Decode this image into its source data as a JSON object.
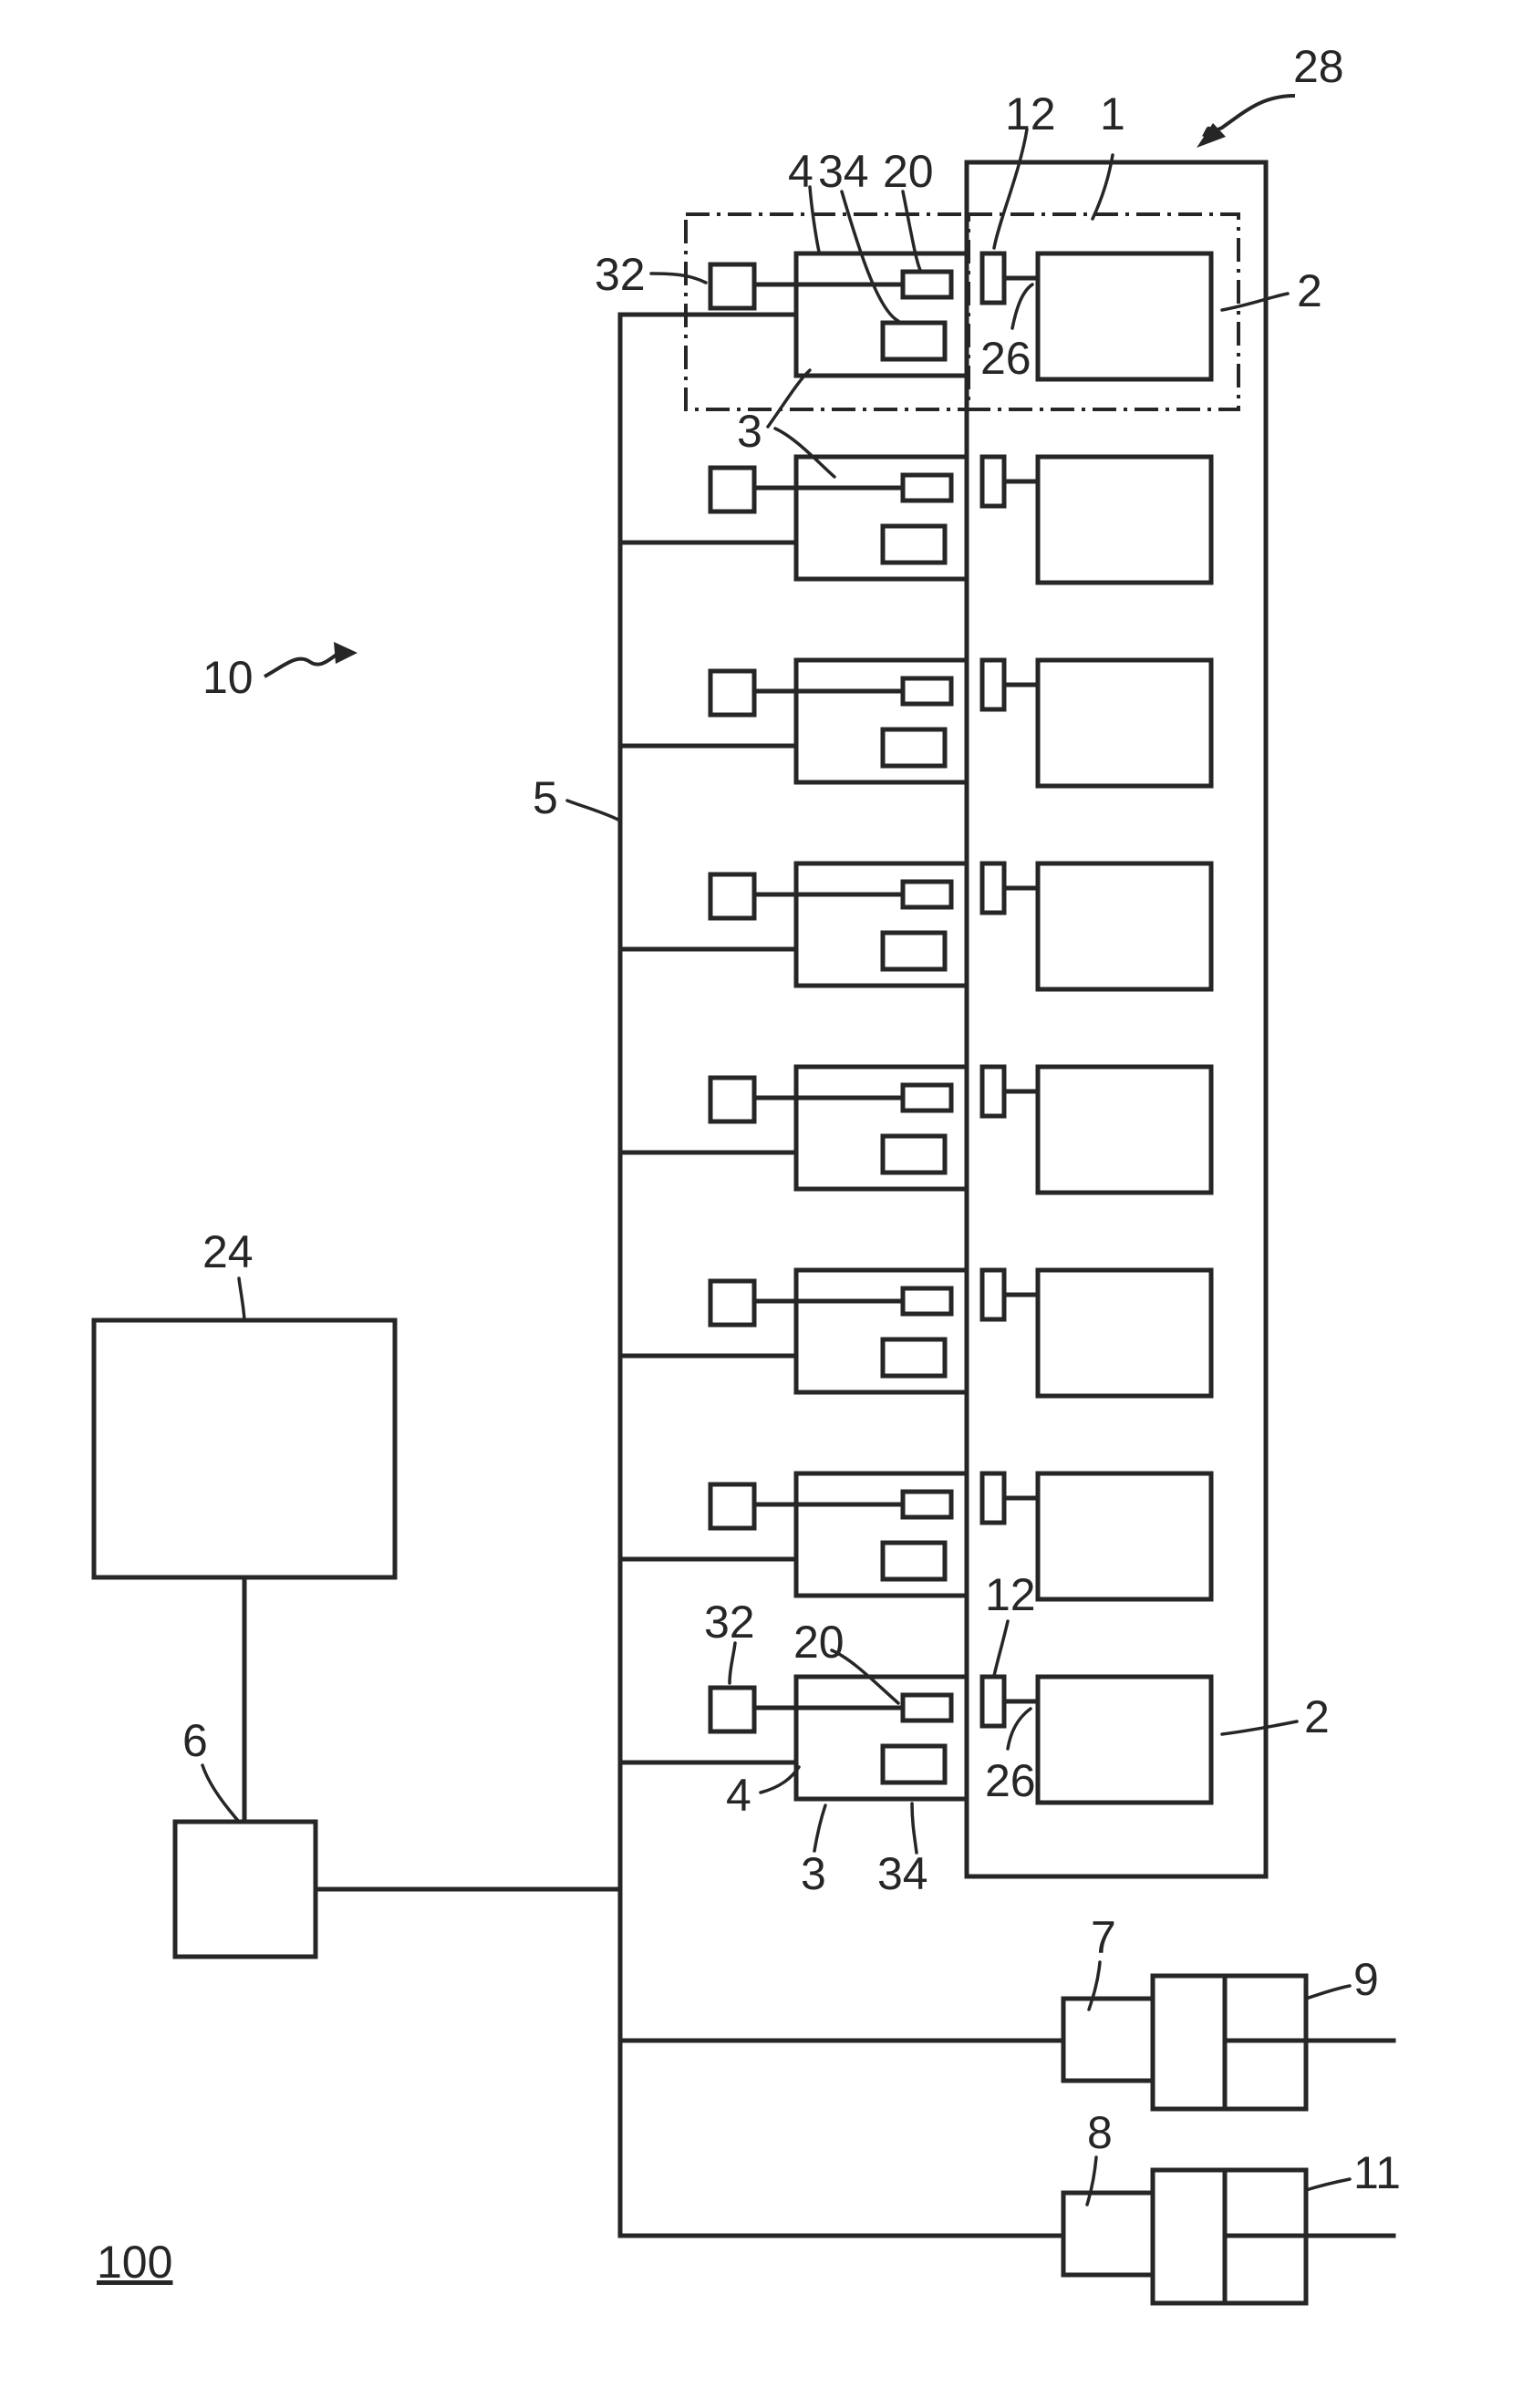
{
  "labels": {
    "system": "100",
    "arrangement": "10",
    "housing": "28",
    "unit_group": "1",
    "bus": "5",
    "control_unit": "24",
    "interface": "6",
    "actuator_a": "7",
    "actuator_b": "8",
    "device_a": "9",
    "device_b": "11",
    "top": {
      "connector": "12",
      "slot": "2",
      "plug": "26",
      "module_outline": "4",
      "module_sub_a": "34",
      "module_sub_b": "20",
      "sensor": "32",
      "module": "3"
    },
    "bottom": {
      "connector": "12",
      "slot": "2",
      "plug": "26",
      "module_outline": "4",
      "module_sub_a": "34",
      "module_sub_b": "20",
      "sensor": "32",
      "module": "3"
    }
  },
  "module_rows": 8
}
